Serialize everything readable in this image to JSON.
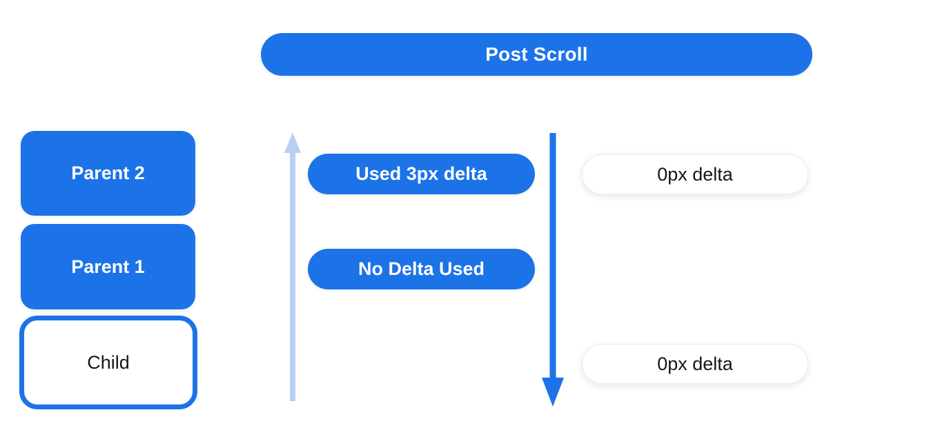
{
  "header": {
    "label": "Post Scroll"
  },
  "node_stack": {
    "parent2": {
      "label": "Parent 2"
    },
    "parent1": {
      "label": "Parent 1"
    },
    "child": {
      "label": "Child"
    }
  },
  "scroll_flow": {
    "used_delta": {
      "label": "Used 3px delta"
    },
    "no_delta": {
      "label": "No Delta Used"
    },
    "delta_top": {
      "label": "0px delta"
    },
    "delta_bottom": {
      "label": "0px delta"
    }
  },
  "icons": {
    "up_arrow": "up-arrow-icon",
    "down_arrow": "down-arrow-icon"
  },
  "colors": {
    "blue": "#1C73E8",
    "light_blue": "#B7CEF5",
    "text_dark": "#161616",
    "background": "#FFFFFF"
  }
}
